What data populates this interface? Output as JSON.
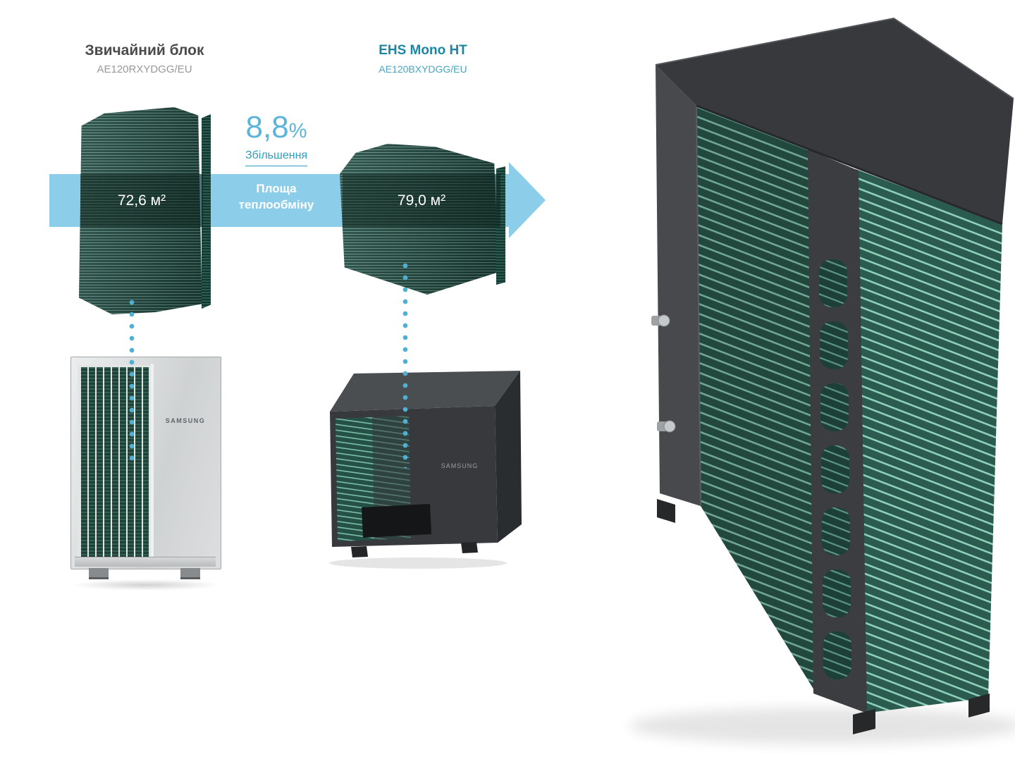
{
  "comparison": {
    "left_unit": {
      "title": "Звичайний блок",
      "model": "AE120RXYDGG/EU",
      "area": "72,6 м²",
      "brand": "SAMSUNG"
    },
    "right_unit": {
      "title": "EHS Mono HT",
      "model": "AE120BXYDGG/EU",
      "area": "79,0 м²",
      "brand": "SAMSUNG"
    },
    "increase": {
      "value": "8,8",
      "unit": "%",
      "label": "Збільшення"
    },
    "arrow": {
      "line1": "Площа",
      "line2": "теплообміну"
    }
  },
  "colors": {
    "arrow_blue": "#8cceea",
    "increase_blue": "#5cb5d9",
    "teal_heading": "#1b87a5",
    "coil_green_dark": "#1e463d",
    "coil_stripe_mint": "#8fd0ba",
    "unit_body_gray": "#3a3d40"
  },
  "chart_data": {
    "type": "bar",
    "title": "Площа теплообміну",
    "categories": [
      "Звичайний блок (AE120RXYDGG/EU)",
      "EHS Mono HT (AE120BXYDGG/EU)"
    ],
    "values": [
      72.6,
      79.0
    ],
    "unit": "м²",
    "delta_percent": 8.8,
    "delta_label": "Збільшення",
    "legend_position": "none",
    "grid": false
  }
}
